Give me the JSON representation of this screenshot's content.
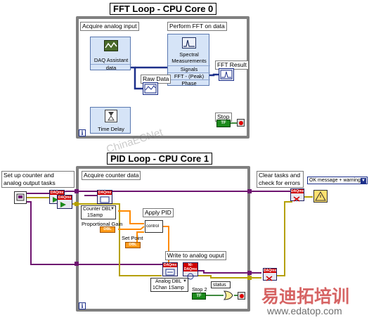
{
  "fft": {
    "title": "FFT Loop - CPU Core 0",
    "acquire_label": "Acquire analog input",
    "fft_label": "Perform FFT on data",
    "daq_assistant": "DAQ Assistant",
    "data": "data",
    "spectral": "Spectral Measurements",
    "row_signals": "Signals",
    "row_fft": "FFT - (Peak)",
    "row_phase": "Phase",
    "raw_data": "Raw Data",
    "fft_result": "FFT Result",
    "time_delay": "Time Delay",
    "stop": "Stop",
    "tf": "TF",
    "iter": "i"
  },
  "pid": {
    "title": "PID Loop - CPU Core 1",
    "setup_label": "Set up counter and analog output tasks",
    "acquire_label": "Acquire counter data",
    "apply_pid": "Apply PID",
    "write_label": "Write to analog ouput",
    "clear_label": "Clear tasks and check for errors",
    "error_select": "OK message + warnings",
    "counter_dbl": "Counter DBL",
    "samp_1": "1Samp",
    "prop_gain": "Proportional Gain",
    "set_point": "Set Point",
    "analog_dbl": "Analog DBL",
    "chan_samp": "1Chan 1Samp",
    "stop2": "Stop 2",
    "status": "status",
    "tf": "TF",
    "dbl": "DBL",
    "iter": "i",
    "control": "control"
  },
  "watermark": {
    "site1": "ChinaECNet",
    "brand": "易迪拓培训",
    "url": "www.edatop.com"
  },
  "colors": {
    "task_wire": "#6e1470",
    "error_wire": "#b5a000",
    "dbl_wire": "#ff8a00",
    "bool_wire": "#006400",
    "signal_wire": "#1c2f8a",
    "loop_border": "#808080"
  }
}
